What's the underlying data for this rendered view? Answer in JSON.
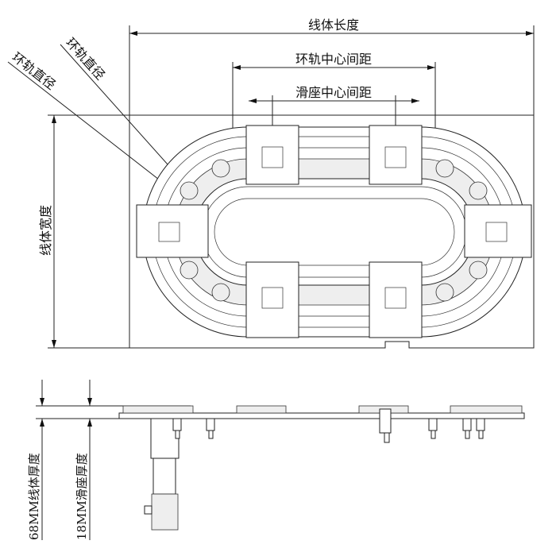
{
  "top_view": {
    "line_length": "线体长度",
    "ring_center_distance": "环轨中心间距",
    "slide_center_distance": "滑座中心间距",
    "ring_diameter_1": "环轨直径",
    "ring_diameter_2": "环轨直径",
    "line_width": "线体宽度"
  },
  "side_view": {
    "line_thickness": "68MM线体厚度",
    "slide_thickness": "18MM滑座厚度"
  }
}
